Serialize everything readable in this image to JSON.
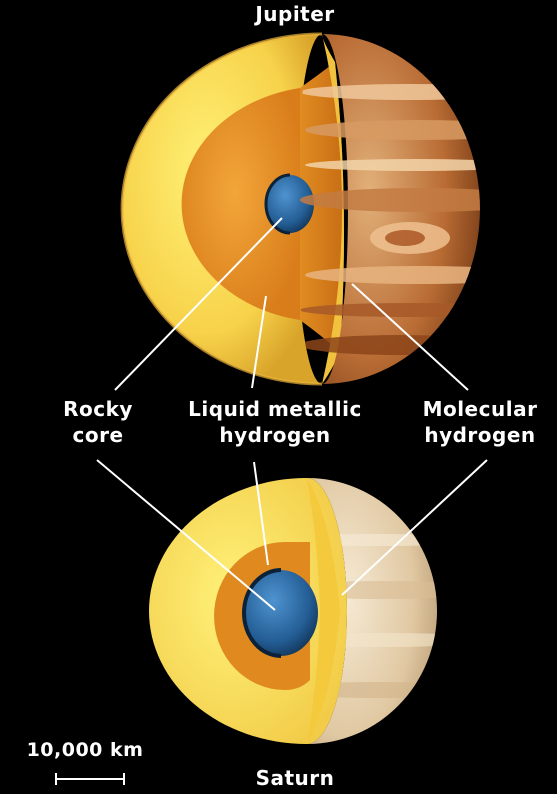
{
  "titles": {
    "jupiter": "Jupiter",
    "saturn": "Saturn"
  },
  "labels": {
    "rocky_core": [
      "Rocky",
      "core"
    ],
    "liquid_metallic_hydrogen": [
      "Liquid metallic",
      "hydrogen"
    ],
    "molecular_hydrogen": [
      "Molecular",
      "hydrogen"
    ]
  },
  "scale_bar": {
    "text": "10,000 km"
  },
  "colors": {
    "background": "#000000",
    "molecular_layer": "#f6d24a",
    "metallic_layer": "#e0891e",
    "core": "#2a6aa8",
    "jupiter_surface": "#b86a32",
    "saturn_surface": "#e6d2b0",
    "leader_lines": "#ffffff"
  }
}
